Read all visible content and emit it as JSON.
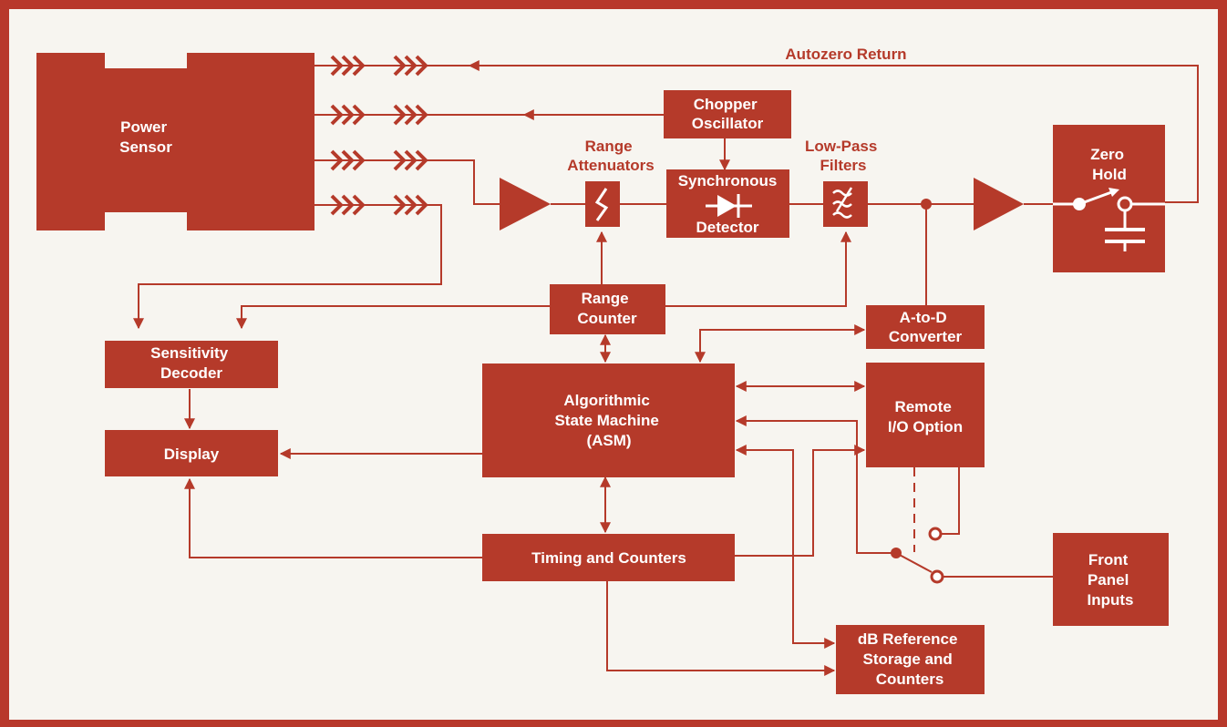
{
  "labels": {
    "power_sensor": [
      "Power",
      "Sensor"
    ],
    "autozero_return": "Autozero Return",
    "chopper_oscillator": [
      "Chopper",
      "Oscillator"
    ],
    "range_attenuators": [
      "Range",
      "Attenuators"
    ],
    "synchronous_detector": [
      "Synchronous",
      "Detector"
    ],
    "low_pass_filters": [
      "Low-Pass",
      "Filters"
    ],
    "zero_hold": [
      "Zero",
      "Hold"
    ],
    "range_counter": [
      "Range",
      "Counter"
    ],
    "a_to_d_converter": [
      "A-to-D",
      "Converter"
    ],
    "sensitivity_decoder": [
      "Sensitivity",
      "Decoder"
    ],
    "display": "Display",
    "asm": [
      "Algorithmic",
      "State Machine",
      "(ASM)"
    ],
    "remote_io": [
      "Remote",
      "I/O Option"
    ],
    "timing_counters": "Timing and Counters",
    "front_panel_inputs": [
      "Front",
      "Panel",
      "Inputs"
    ],
    "db_reference": [
      "dB Reference",
      "Storage and",
      "Counters"
    ]
  },
  "colors": {
    "frame": "#b8382b",
    "background": "#f7f5f0",
    "block": "#b53a2a",
    "text_on_block": "#ffffff"
  }
}
